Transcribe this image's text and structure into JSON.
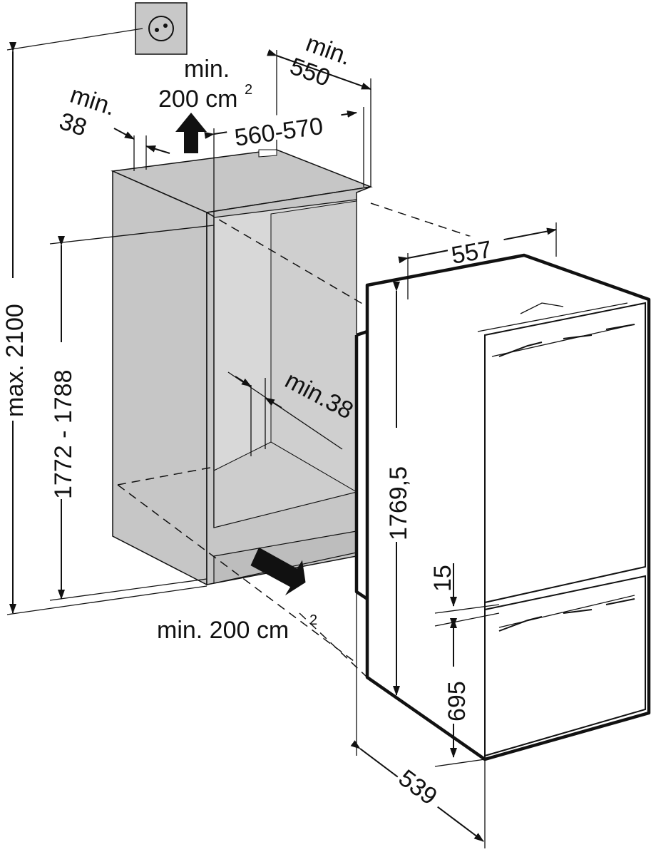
{
  "diagram": {
    "title": "Built-in fridge-freezer installation dimensions",
    "colors": {
      "panel": "#c6c6c6",
      "interior": "#d8d8d8",
      "line": "#111111",
      "socket": "#c8c8c8"
    },
    "icons": [
      "power-socket-icon",
      "airflow-arrow-icon"
    ],
    "labels": {
      "top_vent_min": "min.",
      "top_vent_area": "200 cm",
      "top_vent_sup": "2",
      "depth_min": "min.",
      "depth_value": "550",
      "top_gap_min": "min.",
      "top_gap_value": "38",
      "niche_width": "560-570",
      "appliance_width": "557",
      "max_height": "max. 2100",
      "niche_height": "1772 - 1788",
      "rear_gap": "min.38",
      "bottom_vent": "min. 200 cm",
      "bottom_vent_sup": "2",
      "appliance_height": "1769,5",
      "door_gap": "15",
      "lower_door_height": "695",
      "appliance_depth": "539"
    }
  }
}
